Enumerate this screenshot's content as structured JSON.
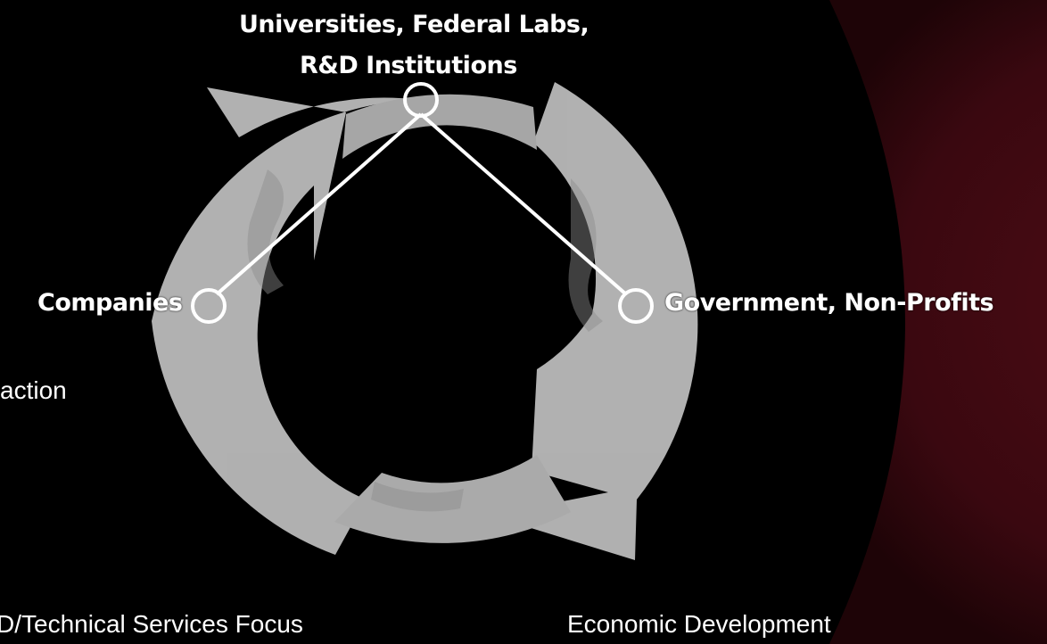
{
  "diagram": {
    "nodes": {
      "top": {
        "line1": "Universities, Federal Labs,",
        "line2": "R&D Institutions"
      },
      "left": {
        "label": "Companies"
      },
      "right": {
        "label": "Government, Non-Profits"
      }
    },
    "partial_text": {
      "left_fragment": "action",
      "bottom_left": "D/Technical Services Focus",
      "bottom_right": "Economic Development"
    },
    "colors": {
      "background": "#000000",
      "accent": "#5a1018",
      "arrows": "#c4c4c4",
      "connector": "#ffffff"
    }
  }
}
